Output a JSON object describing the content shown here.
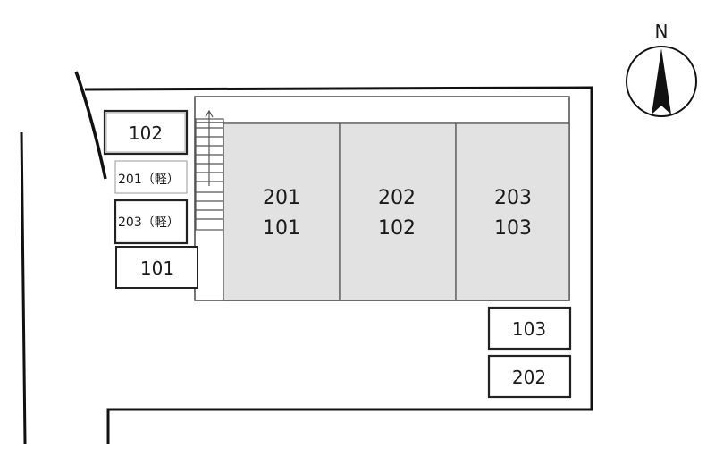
{
  "compass": {
    "label": "N"
  },
  "parking": [
    {
      "id": "p-102",
      "label": "102"
    },
    {
      "id": "p-201k",
      "label": "201（軽）"
    },
    {
      "id": "p-203k",
      "label": "203（軽）"
    },
    {
      "id": "p-101",
      "label": "101"
    },
    {
      "id": "p-103",
      "label": "103"
    },
    {
      "id": "p-202",
      "label": "202"
    }
  ],
  "units": [
    {
      "upper": "201",
      "lower": "101"
    },
    {
      "upper": "202",
      "lower": "102"
    },
    {
      "upper": "203",
      "lower": "103"
    }
  ]
}
